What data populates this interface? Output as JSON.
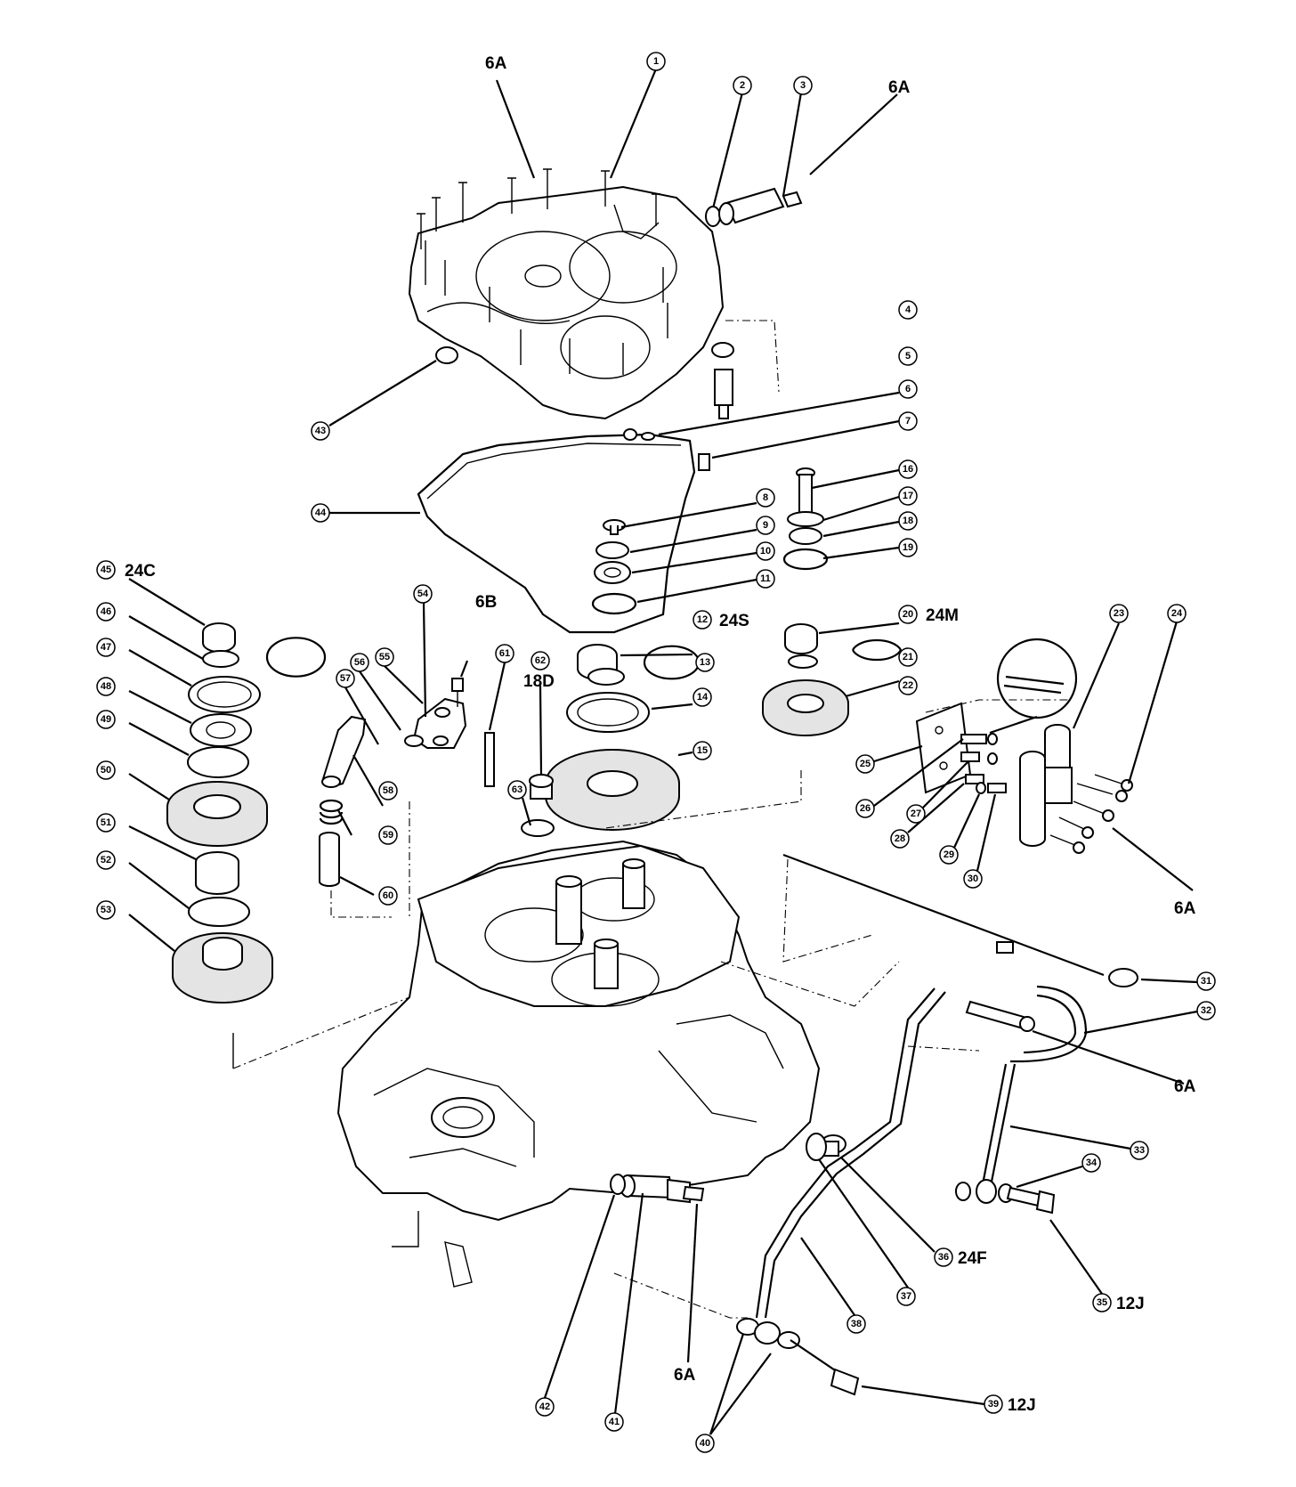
{
  "callouts": {
    "c1": "1",
    "c2": "2",
    "c3": "3",
    "c4": "4",
    "c5": "5",
    "c6": "6",
    "c7": "7",
    "c8": "8",
    "c9": "9",
    "c10": "10",
    "c11": "11",
    "c12": "12",
    "c13": "13",
    "c14": "14",
    "c15": "15",
    "c16": "16",
    "c17": "17",
    "c18": "18",
    "c19": "19",
    "c20": "20",
    "c21": "21",
    "c22": "22",
    "c23": "23",
    "c24": "24",
    "c25": "25",
    "c26": "26",
    "c27": "27",
    "c28": "28",
    "c29": "29",
    "c30": "30",
    "c31": "31",
    "c32": "32",
    "c33": "33",
    "c34": "34",
    "c35": "35",
    "c36": "36",
    "c37": "37",
    "c38": "38",
    "c39": "39",
    "c40": "40",
    "c41": "41",
    "c42": "42",
    "c43": "43",
    "c44": "44",
    "c45": "45",
    "c46": "46",
    "c47": "47",
    "c48": "48",
    "c49": "49",
    "c50": "50",
    "c51": "51",
    "c52": "52",
    "c53": "53",
    "c54": "54",
    "c55": "55",
    "c56": "56",
    "c57": "57",
    "c58": "58",
    "c59": "59",
    "c60": "60",
    "c61": "61",
    "c62": "62",
    "c63": "63"
  },
  "specs": {
    "s6a_top_left": "6A",
    "s6a_top_right": "6A",
    "s24s": "24S",
    "s24m": "24M",
    "s24c": "24C",
    "s6b": "6B",
    "s18d": "18D",
    "s6a_side": "6A",
    "s6a_pipe": "6A",
    "s24f": "24F",
    "s12j_35": "12J",
    "s6a_bottom": "6A",
    "s12j_39": "12J"
  }
}
